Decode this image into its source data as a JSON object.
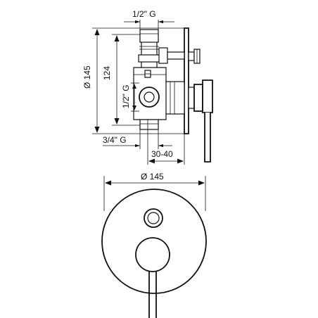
{
  "labels": {
    "top_thread": "1/2\" G",
    "diameter_side": "Ø 145",
    "height": "124",
    "side_thread": "1/2\" G",
    "bottom_thread": "3/4\" G",
    "depth": "30-40",
    "diameter_front": "Ø 145"
  }
}
